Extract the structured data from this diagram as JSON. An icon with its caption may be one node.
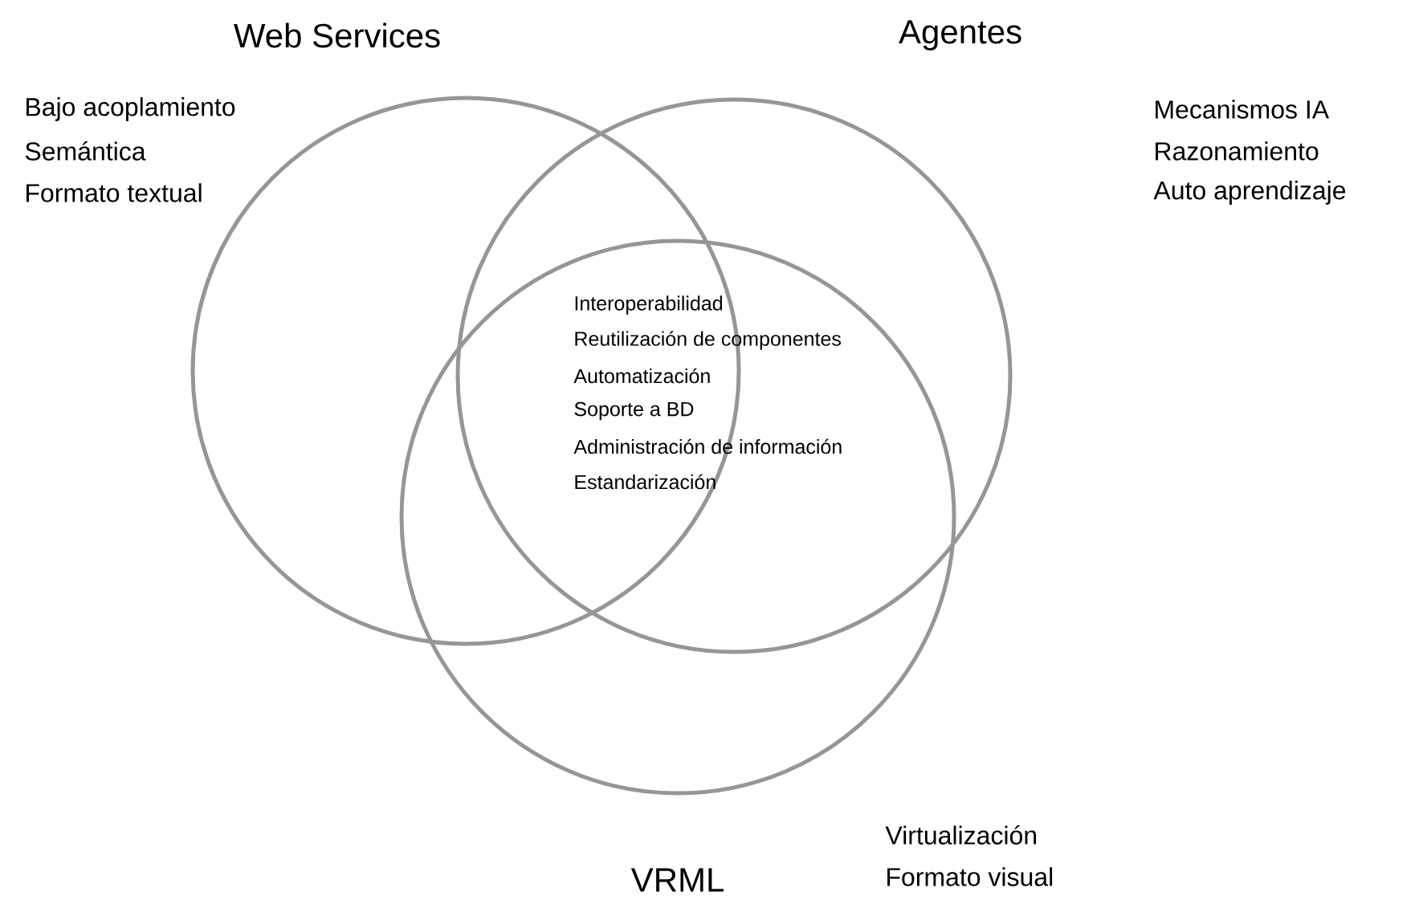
{
  "diagram": {
    "nodes": [
      {
        "text": [
          "Web Services"
        ],
        "beside": [
          "Bajo acoplamiento",
          "Semántica",
          "Formato textual"
        ]
      },
      {
        "text": [
          "Agentes"
        ],
        "beside": [
          "Mecanismos IA",
          "Razonamiento",
          "Auto aprendizaje"
        ]
      },
      {
        "text": [
          "VRML"
        ],
        "beside": [
          "Virtualización",
          "Formato visual"
        ]
      }
    ],
    "labels": [
      "Interoperabilidad",
      "Reutilización de componentes",
      "Automatización",
      "Soporte a BD",
      "Administración de información",
      "Estandarización"
    ]
  }
}
